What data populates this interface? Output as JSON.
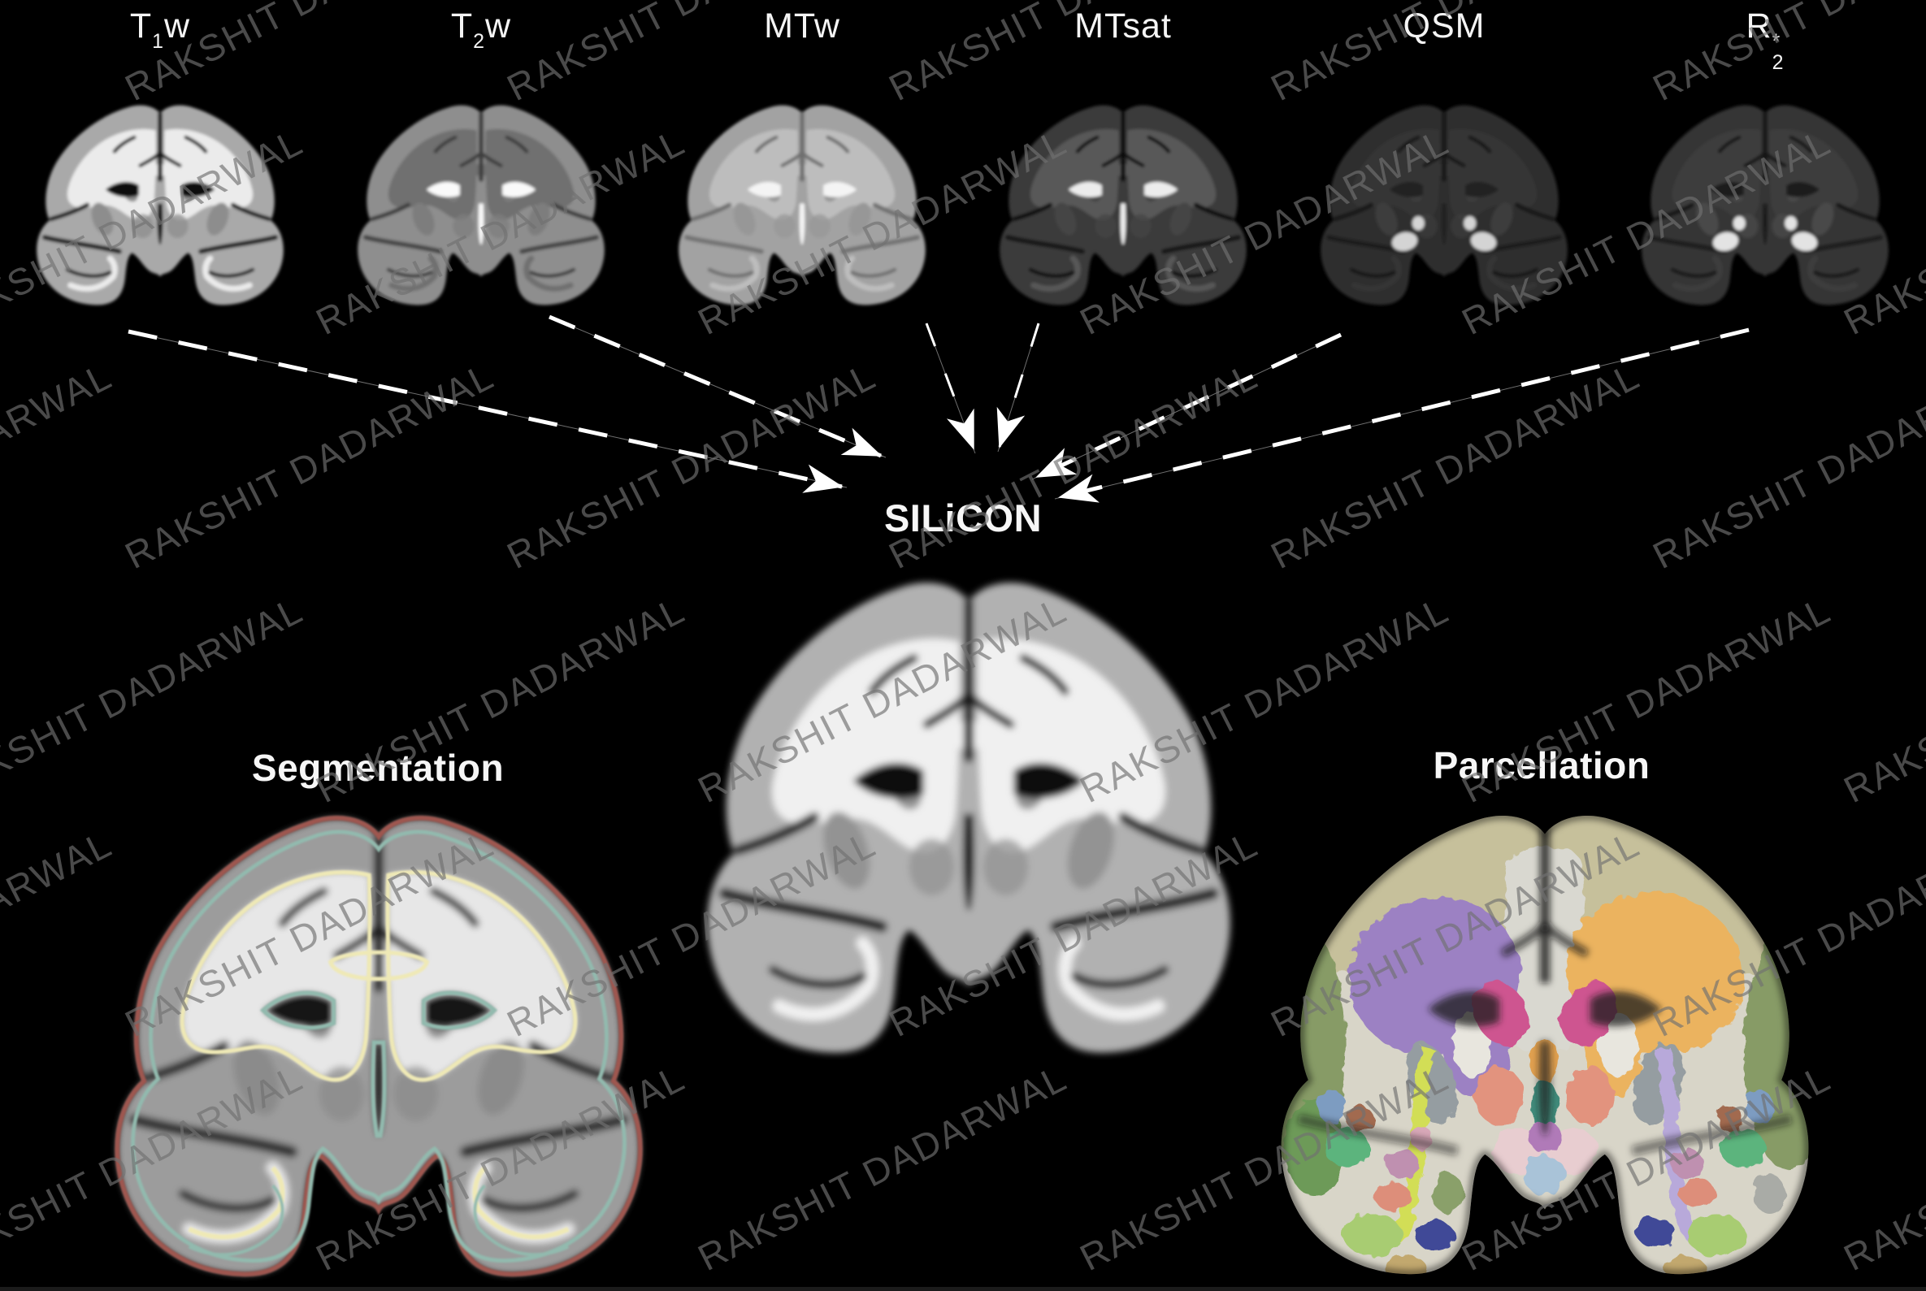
{
  "figure": {
    "background": "#000000",
    "watermark": {
      "text": "RAKSHIT DADARWAL"
    },
    "modalities": [
      {
        "id": "t1w",
        "base": "T",
        "sup": "",
        "sub": "1",
        "tail": "w"
      },
      {
        "id": "t2w",
        "base": "T",
        "sup": "",
        "sub": "2",
        "tail": "w"
      },
      {
        "id": "mtw",
        "base": "MTw",
        "sup": "",
        "sub": "",
        "tail": ""
      },
      {
        "id": "mtsat",
        "base": "MTsat",
        "sup": "",
        "sub": "",
        "tail": ""
      },
      {
        "id": "qsm",
        "base": "QSM",
        "sup": "",
        "sub": "",
        "tail": ""
      },
      {
        "id": "r2s",
        "base": "R",
        "sup": "*",
        "sub": "2",
        "tail": ""
      }
    ],
    "template_label": "SILiCON",
    "outputs": {
      "segmentation_label": "Segmentation",
      "parcellation_label": "Parcellation"
    },
    "colors": {
      "arrow": "#ffffff",
      "label_text": "#f5f5f5",
      "watermark_gray": "#707070",
      "segmentation_contours": {
        "outer": "#9e564f",
        "mid": "#92baae",
        "inner": "#efe9b6"
      },
      "parcellation_palette": [
        "#c6c09b",
        "#879b66",
        "#6d9a58",
        "#9c81c3",
        "#ebb35f",
        "#d9d8d0",
        "#ce5590",
        "#e0a04f",
        "#3f8a7a",
        "#e2937e",
        "#959da1",
        "#e8e6de",
        "#e8cdd0",
        "#a9c3d8",
        "#b07ab8",
        "#d2de57",
        "#b8a9da",
        "#5bb47d",
        "#7d9cc1",
        "#a26b50",
        "#bf90b0",
        "#dd8e7a",
        "#a8cc72",
        "#3f4a97",
        "#c2a86e",
        "#8aa06a",
        "#a9aba6"
      ]
    }
  }
}
